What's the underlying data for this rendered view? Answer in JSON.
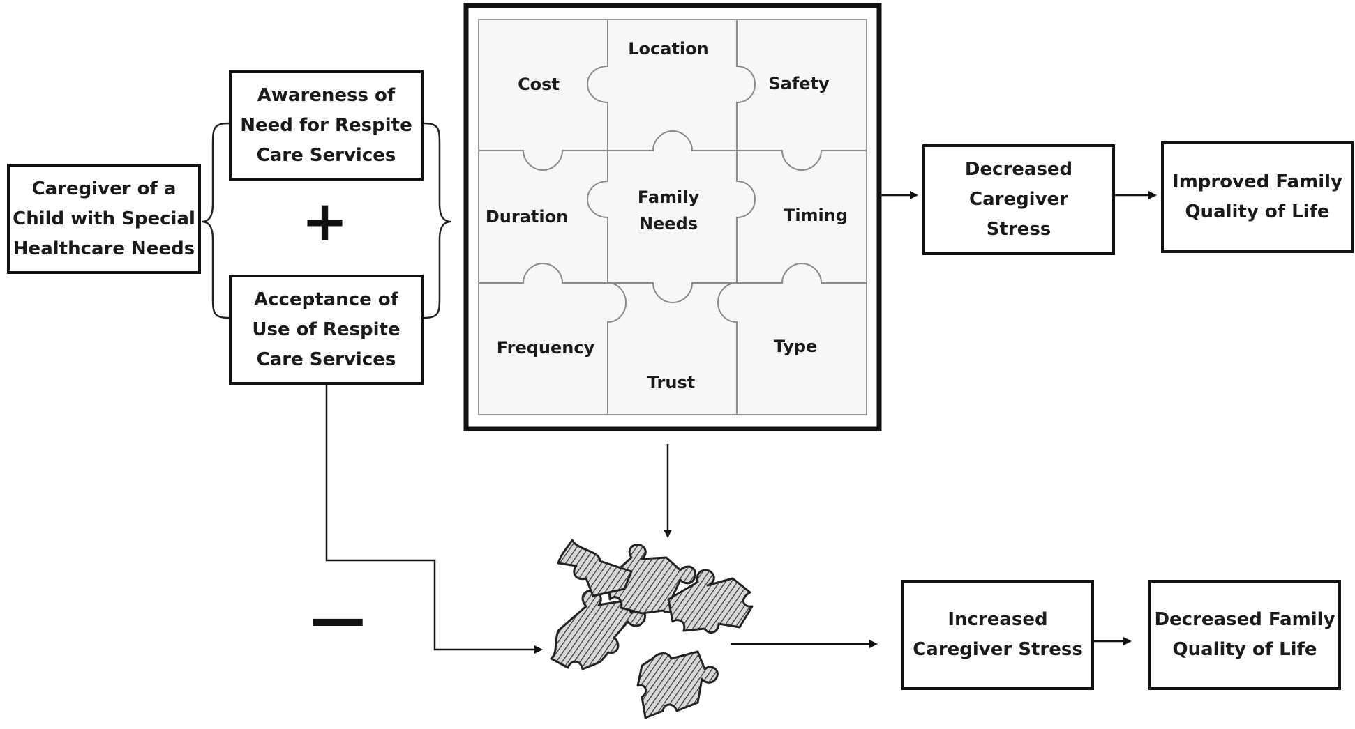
{
  "caregiver_box": "Caregiver of a\nChild with Special\nHealthcare Needs",
  "awareness_box": "Awareness of\nNeed for Respite\nCare Services",
  "acceptance_box": "Acceptance of\nUse of Respite\nCare Services",
  "plus_sign": "+",
  "minus_sign": "—",
  "puzzle": {
    "cost": "Cost",
    "location": "Location",
    "safety": "Safety",
    "duration": "Duration",
    "center": "Family\nNeeds",
    "timing": "Timing",
    "frequency": "Frequency",
    "trust": "Trust",
    "type": "Type"
  },
  "decreased_stress_box": "Decreased\nCaregiver\nStress",
  "improved_qol_box": "Improved Family\nQuality of Life",
  "increased_stress_box": "Increased\nCaregiver Stress",
  "decreased_qol_box": "Decreased Family\nQuality of Life"
}
